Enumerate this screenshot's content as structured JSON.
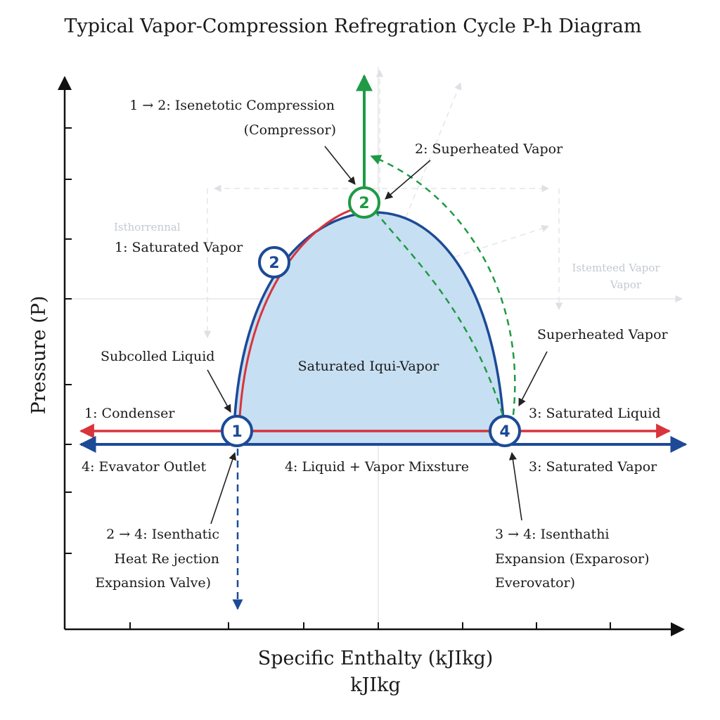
{
  "title": "Typical Vapor-Compression Refregration Cycle P-h Diagram",
  "axes": {
    "y_label": "Pressure (P)",
    "x_label": "Specific Enthalty (kJIkg)",
    "x_unit": "kJIkg"
  },
  "nodes": {
    "node_1": "1",
    "node_2_sat": "2",
    "node_2_top": "2",
    "node_4": "4"
  },
  "labels": {
    "compression_line1": "1 → 2: Isenetotic Compression",
    "compression_line2": "(Compressor)",
    "superheated_top": "2: Superheated Vapor",
    "isothermal_ghost": "Isthorrennal",
    "saturated_vapor_1": "1: Saturated Vapor",
    "ghost_right_line1": "Istemteed Vapor",
    "ghost_right_line2": "Vapor",
    "superheated_right": "Superheated Vapor",
    "subcooled_liquid": "Subcolled Liquid",
    "dome_region": "Saturated Iqui-Vapor",
    "condenser": "1: Condenser",
    "saturated_liquid_3": "3: Saturated Liquid",
    "evaporator_outlet": "4: Evavator Outlet",
    "mixture": "4: Liquid + Vapor Mixsture",
    "saturated_vapor_3": "3: Saturated Vapor",
    "heat_rej_line1": "2 → 4: Isenthatic",
    "heat_rej_line2": "Heat Re jection",
    "heat_rej_line3": "Expansion Valve)",
    "expansion_line1": "3 → 4: Isenthathi",
    "expansion_line2": "Expansion (Exparosor)",
    "expansion_line3": "Everovator)"
  },
  "colors": {
    "dome_fill": "#c7dff2",
    "dome_stroke": "#1c4a96",
    "red": "#d9333c",
    "green": "#1f9a45",
    "blue": "#1c4a96",
    "axis": "#111111"
  }
}
